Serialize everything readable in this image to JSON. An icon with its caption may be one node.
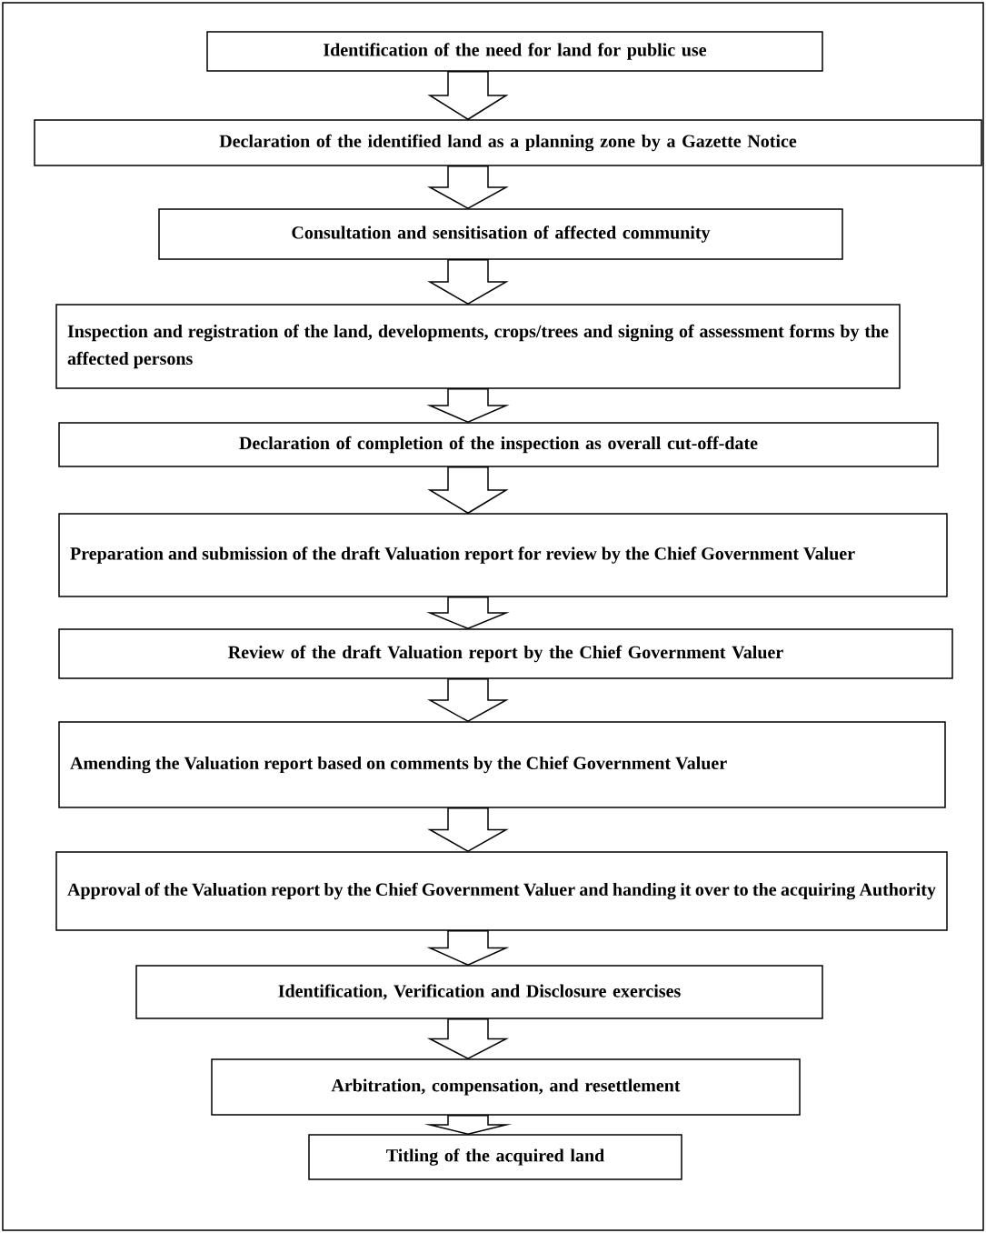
{
  "diagram": {
    "nodes": [
      {
        "text": [
          "Identification of the need for land for public use"
        ]
      },
      {
        "text": [
          "Declaration of the identified land as a planning zone by a Gazette Notice"
        ]
      },
      {
        "text": [
          "Consultation and sensitisation of affected community"
        ]
      },
      {
        "text": [
          "Inspection and registration of the land, developments, crops/trees and signing of assessment forms by the affected persons"
        ]
      },
      {
        "text": [
          "Declaration of completion of the inspection as overall cut-off-date"
        ]
      },
      {
        "text": [
          "Preparation and submission of the draft Valuation report for review by the Chief Government Valuer"
        ]
      },
      {
        "text": [
          "Review of the draft Valuation report by the Chief Government Valuer"
        ]
      },
      {
        "text": [
          "Amending the Valuation report based on comments by the Chief Government Valuer"
        ]
      },
      {
        "text": [
          "Approval of the Valuation report by the Chief Government Valuer and handing it over to the acquiring Authority"
        ]
      },
      {
        "text": [
          "Identification, Verification and Disclosure exercises"
        ]
      },
      {
        "text": [
          "Arbitration, compensation, and resettlement"
        ]
      },
      {
        "text": [
          "Titling of the acquired land"
        ]
      }
    ],
    "edges": [
      {
        "from": 0,
        "to": 1,
        "arrow": "to"
      },
      {
        "from": 1,
        "to": 2,
        "arrow": "to"
      },
      {
        "from": 2,
        "to": 3,
        "arrow": "to"
      },
      {
        "from": 3,
        "to": 4,
        "arrow": "to"
      },
      {
        "from": 4,
        "to": 5,
        "arrow": "to"
      },
      {
        "from": 5,
        "to": 6,
        "arrow": "to"
      },
      {
        "from": 6,
        "to": 7,
        "arrow": "to"
      },
      {
        "from": 7,
        "to": 8,
        "arrow": "to"
      },
      {
        "from": 8,
        "to": 9,
        "arrow": "to"
      },
      {
        "from": 9,
        "to": 10,
        "arrow": "to"
      },
      {
        "from": 10,
        "to": 11,
        "arrow": "to"
      }
    ]
  }
}
